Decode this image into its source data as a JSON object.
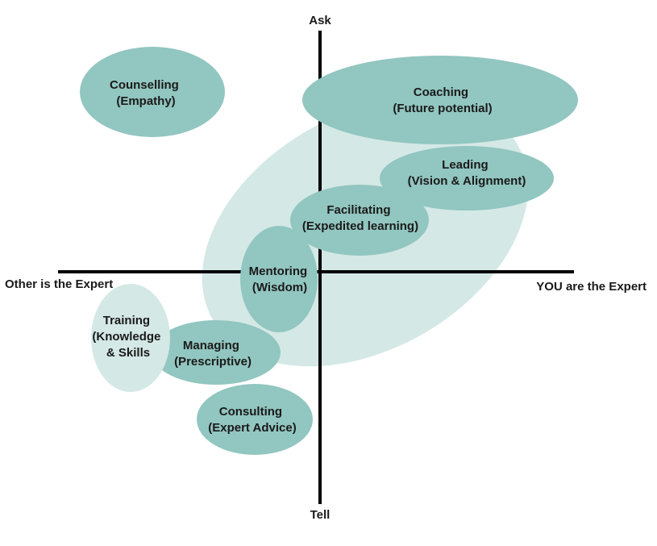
{
  "axes": {
    "top": "Ask",
    "bottom": "Tell",
    "left": "Other is the Expert",
    "right": "YOU are the Expert"
  },
  "colors": {
    "bubble": "#92c6c0",
    "bubble_light": "#d4e8e6",
    "axis": "#000000",
    "text": "#1a1a1a"
  },
  "bubbles": [
    {
      "id": "counselling",
      "lines": [
        "Counselling",
        "(Empathy)"
      ],
      "tone": "bubble"
    },
    {
      "id": "coaching",
      "lines": [
        "Coaching",
        "(Future potential)"
      ],
      "tone": "bubble"
    },
    {
      "id": "leading",
      "lines": [
        "Leading",
        "(Vision & Alignment)"
      ],
      "tone": "bubble"
    },
    {
      "id": "facilitating",
      "lines": [
        "Facilitating",
        "(Expedited learning)"
      ],
      "tone": "bubble"
    },
    {
      "id": "mentoring",
      "lines": [
        "Mentoring",
        "(Wisdom)"
      ],
      "tone": "bubble"
    },
    {
      "id": "training",
      "lines": [
        "Training",
        "(Knowledge",
        "& Skills"
      ],
      "tone": "bubble_light"
    },
    {
      "id": "managing",
      "lines": [
        "Managing",
        "(Prescriptive)"
      ],
      "tone": "bubble"
    },
    {
      "id": "consulting",
      "lines": [
        "Consulting",
        "(Expert Advice)"
      ],
      "tone": "bubble"
    }
  ]
}
